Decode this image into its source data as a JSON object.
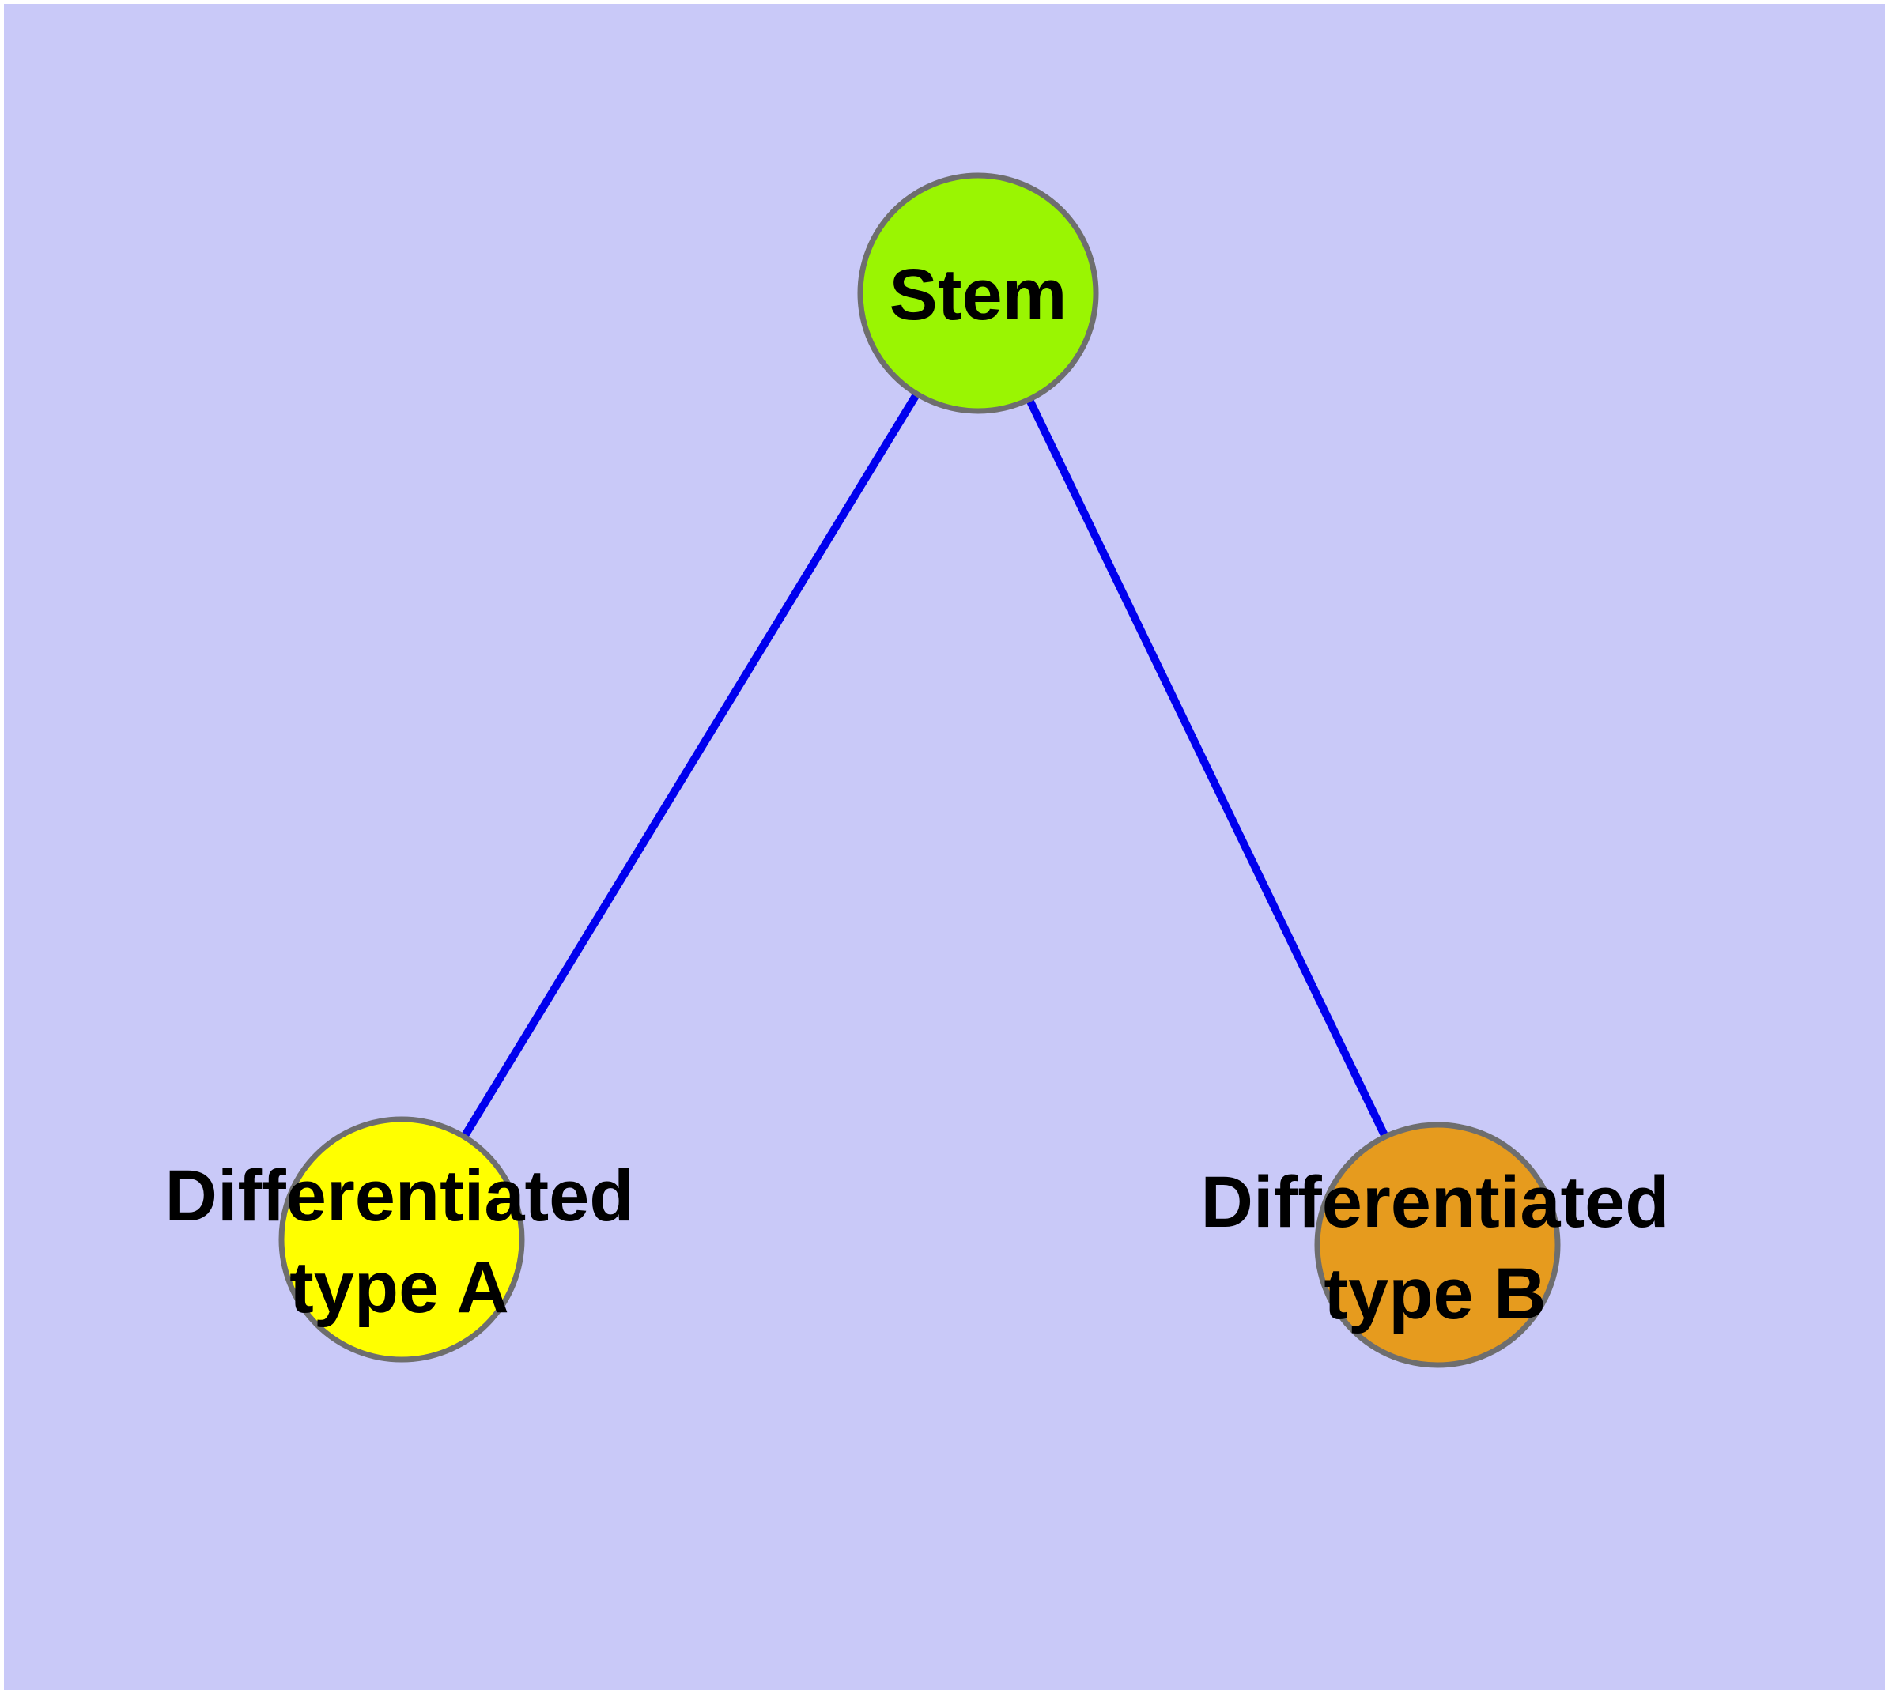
{
  "diagram": {
    "type": "node-link-graph",
    "description": "Stem cell differentiation diagram: one stem node branching to two differentiated cell types"
  },
  "nodes": [
    {
      "id": "stem",
      "label": "Stem",
      "color": "#9AF502"
    },
    {
      "id": "type-a",
      "label": "Differentiated\ntype A",
      "color": "#FFFF00"
    },
    {
      "id": "type-b",
      "label": "Differentiated\ntype B",
      "color": "#E69B1E"
    }
  ],
  "edges": [
    {
      "from": "stem",
      "to": "type-a"
    },
    {
      "from": "stem",
      "to": "type-b"
    }
  ],
  "style": {
    "background_color": "#C9C9F8",
    "margin_color": "#FFFFFF",
    "edge_color": "#0000EE",
    "node_border_color": "#6E6E6E",
    "label_color": "#000000"
  }
}
